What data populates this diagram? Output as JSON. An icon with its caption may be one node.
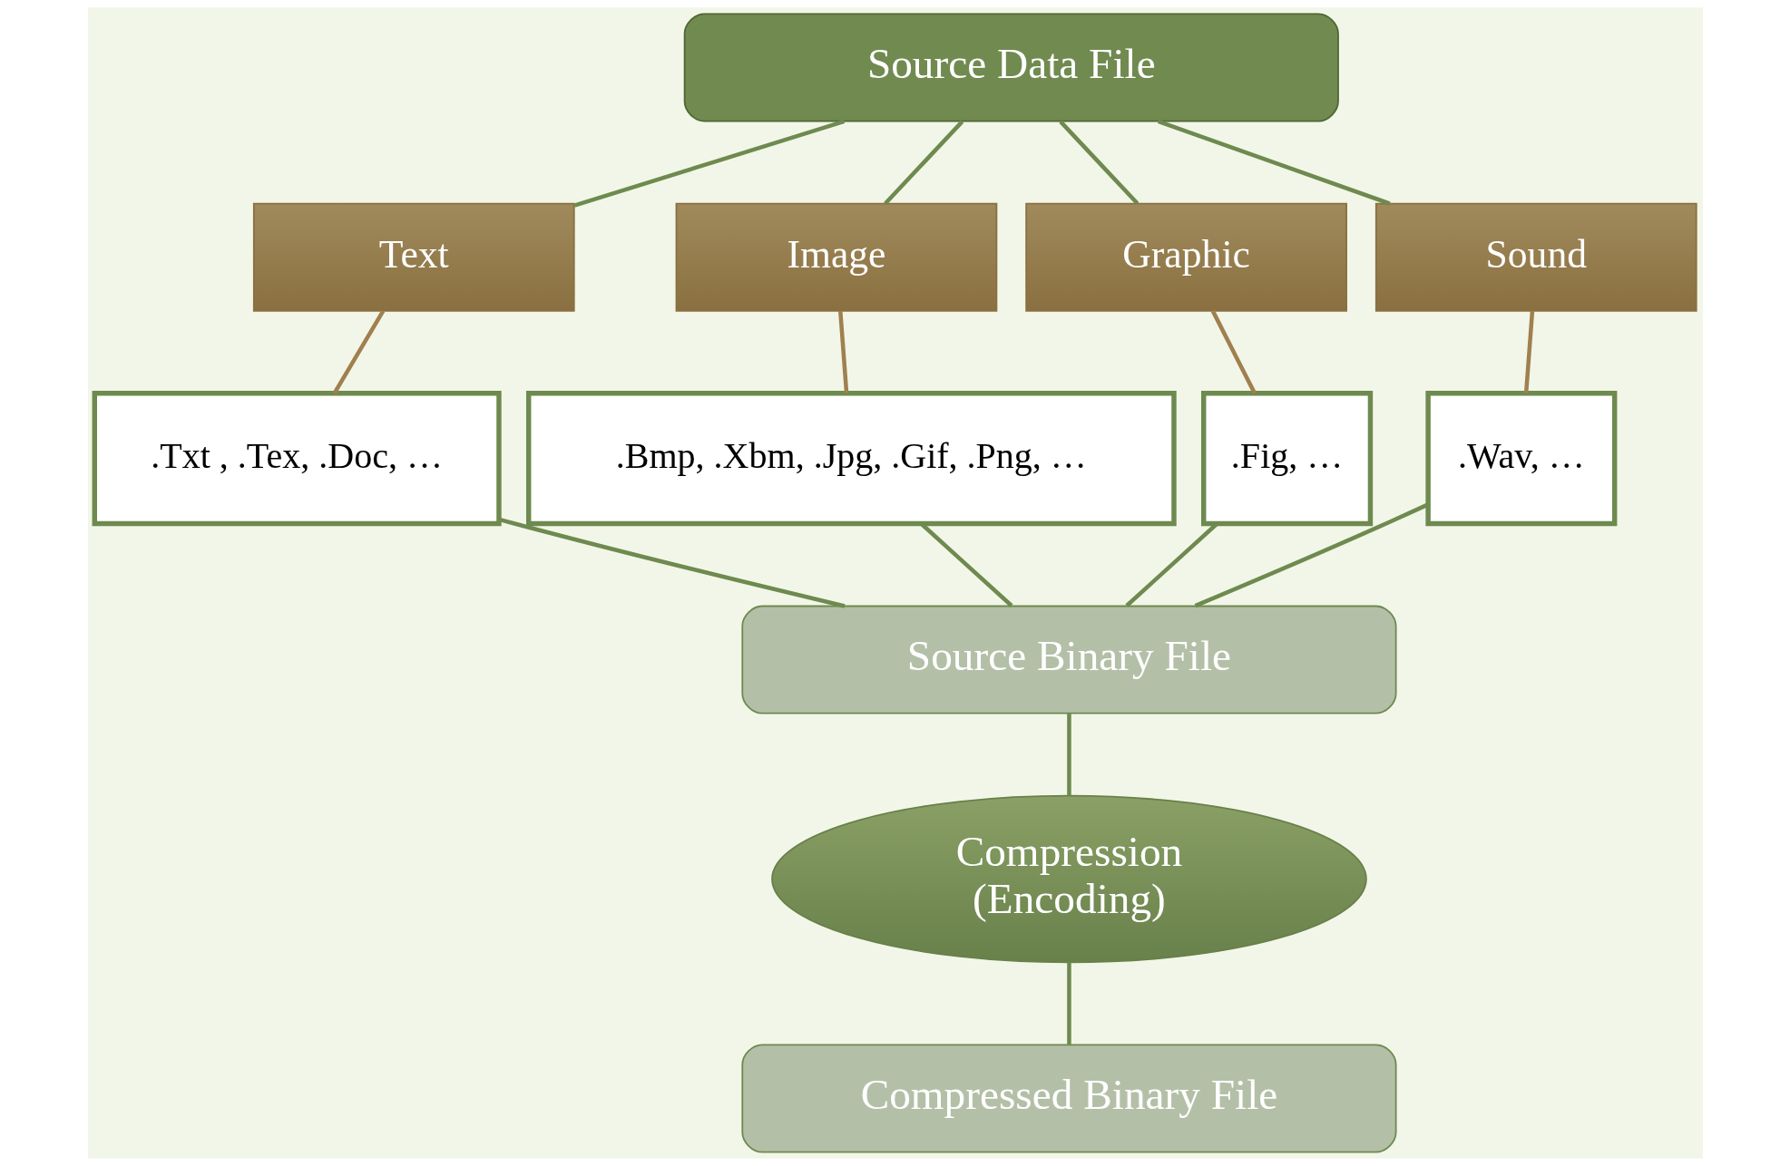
{
  "diagram": {
    "nodes": [
      {
        "text": [
          "Source Data File"
        ]
      },
      {
        "text": [
          "Text"
        ]
      },
      {
        "text": [
          "Image"
        ]
      },
      {
        "text": [
          "Graphic"
        ]
      },
      {
        "text": [
          "Sound"
        ]
      },
      {
        "text": [
          ".Txt , .Tex, .Doc, …"
        ]
      },
      {
        "text": [
          ".Bmp, .Xbm, .Jpg, .Gif, .Png, …"
        ]
      },
      {
        "text": [
          ".Fig, …"
        ]
      },
      {
        "text": [
          ".Wav, …"
        ]
      },
      {
        "text": [
          "Source Binary File"
        ]
      },
      {
        "text": [
          "Compression (Encoding)"
        ]
      },
      {
        "text": [
          "Compressed Binary File"
        ]
      }
    ],
    "edges": [
      {
        "from": 0,
        "to": 1,
        "arrow": "none"
      },
      {
        "from": 0,
        "to": 2,
        "arrow": "none"
      },
      {
        "from": 0,
        "to": 3,
        "arrow": "none"
      },
      {
        "from": 0,
        "to": 4,
        "arrow": "none"
      },
      {
        "from": 1,
        "to": 5,
        "arrow": "none",
        "color": "#a0804f"
      },
      {
        "from": 2,
        "to": 6,
        "arrow": "none",
        "color": "#a0804f"
      },
      {
        "from": 3,
        "to": 7,
        "arrow": "none",
        "color": "#a0804f"
      },
      {
        "from": 4,
        "to": 8,
        "arrow": "none",
        "color": "#a0804f"
      },
      {
        "from": 5,
        "to": 9,
        "arrow": "none"
      },
      {
        "from": 6,
        "to": 9,
        "arrow": "none"
      },
      {
        "from": 7,
        "to": 9,
        "arrow": "none"
      },
      {
        "from": 8,
        "to": 9,
        "arrow": "none"
      },
      {
        "from": 9,
        "to": 10,
        "arrow": "none"
      },
      {
        "from": 10,
        "to": 11,
        "arrow": "none"
      }
    ]
  }
}
